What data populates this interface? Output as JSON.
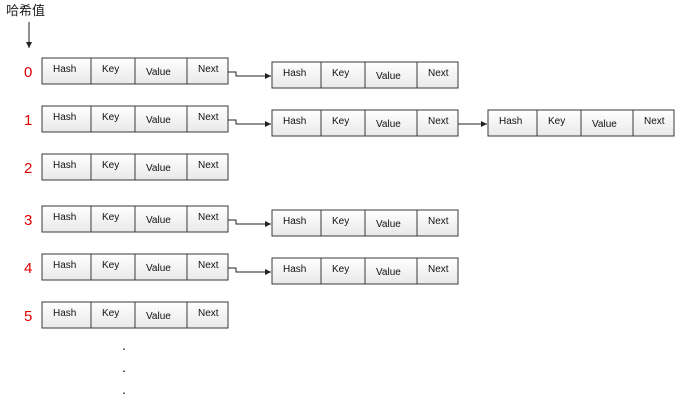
{
  "title": "哈希值",
  "cell_labels": [
    "Hash",
    "Key",
    "Value",
    "Next"
  ],
  "buckets": [
    {
      "index": "0",
      "chain_length": 2
    },
    {
      "index": "1",
      "chain_length": 3
    },
    {
      "index": "2",
      "chain_length": 1
    },
    {
      "index": "3",
      "chain_length": 2
    },
    {
      "index": "4",
      "chain_length": 2
    },
    {
      "index": "5",
      "chain_length": 1
    }
  ],
  "ellipsis": [
    ".",
    ".",
    "."
  ],
  "colors": {
    "index": "#e00000",
    "box_stroke": "#3a3a3a",
    "arrow": "#222222"
  }
}
